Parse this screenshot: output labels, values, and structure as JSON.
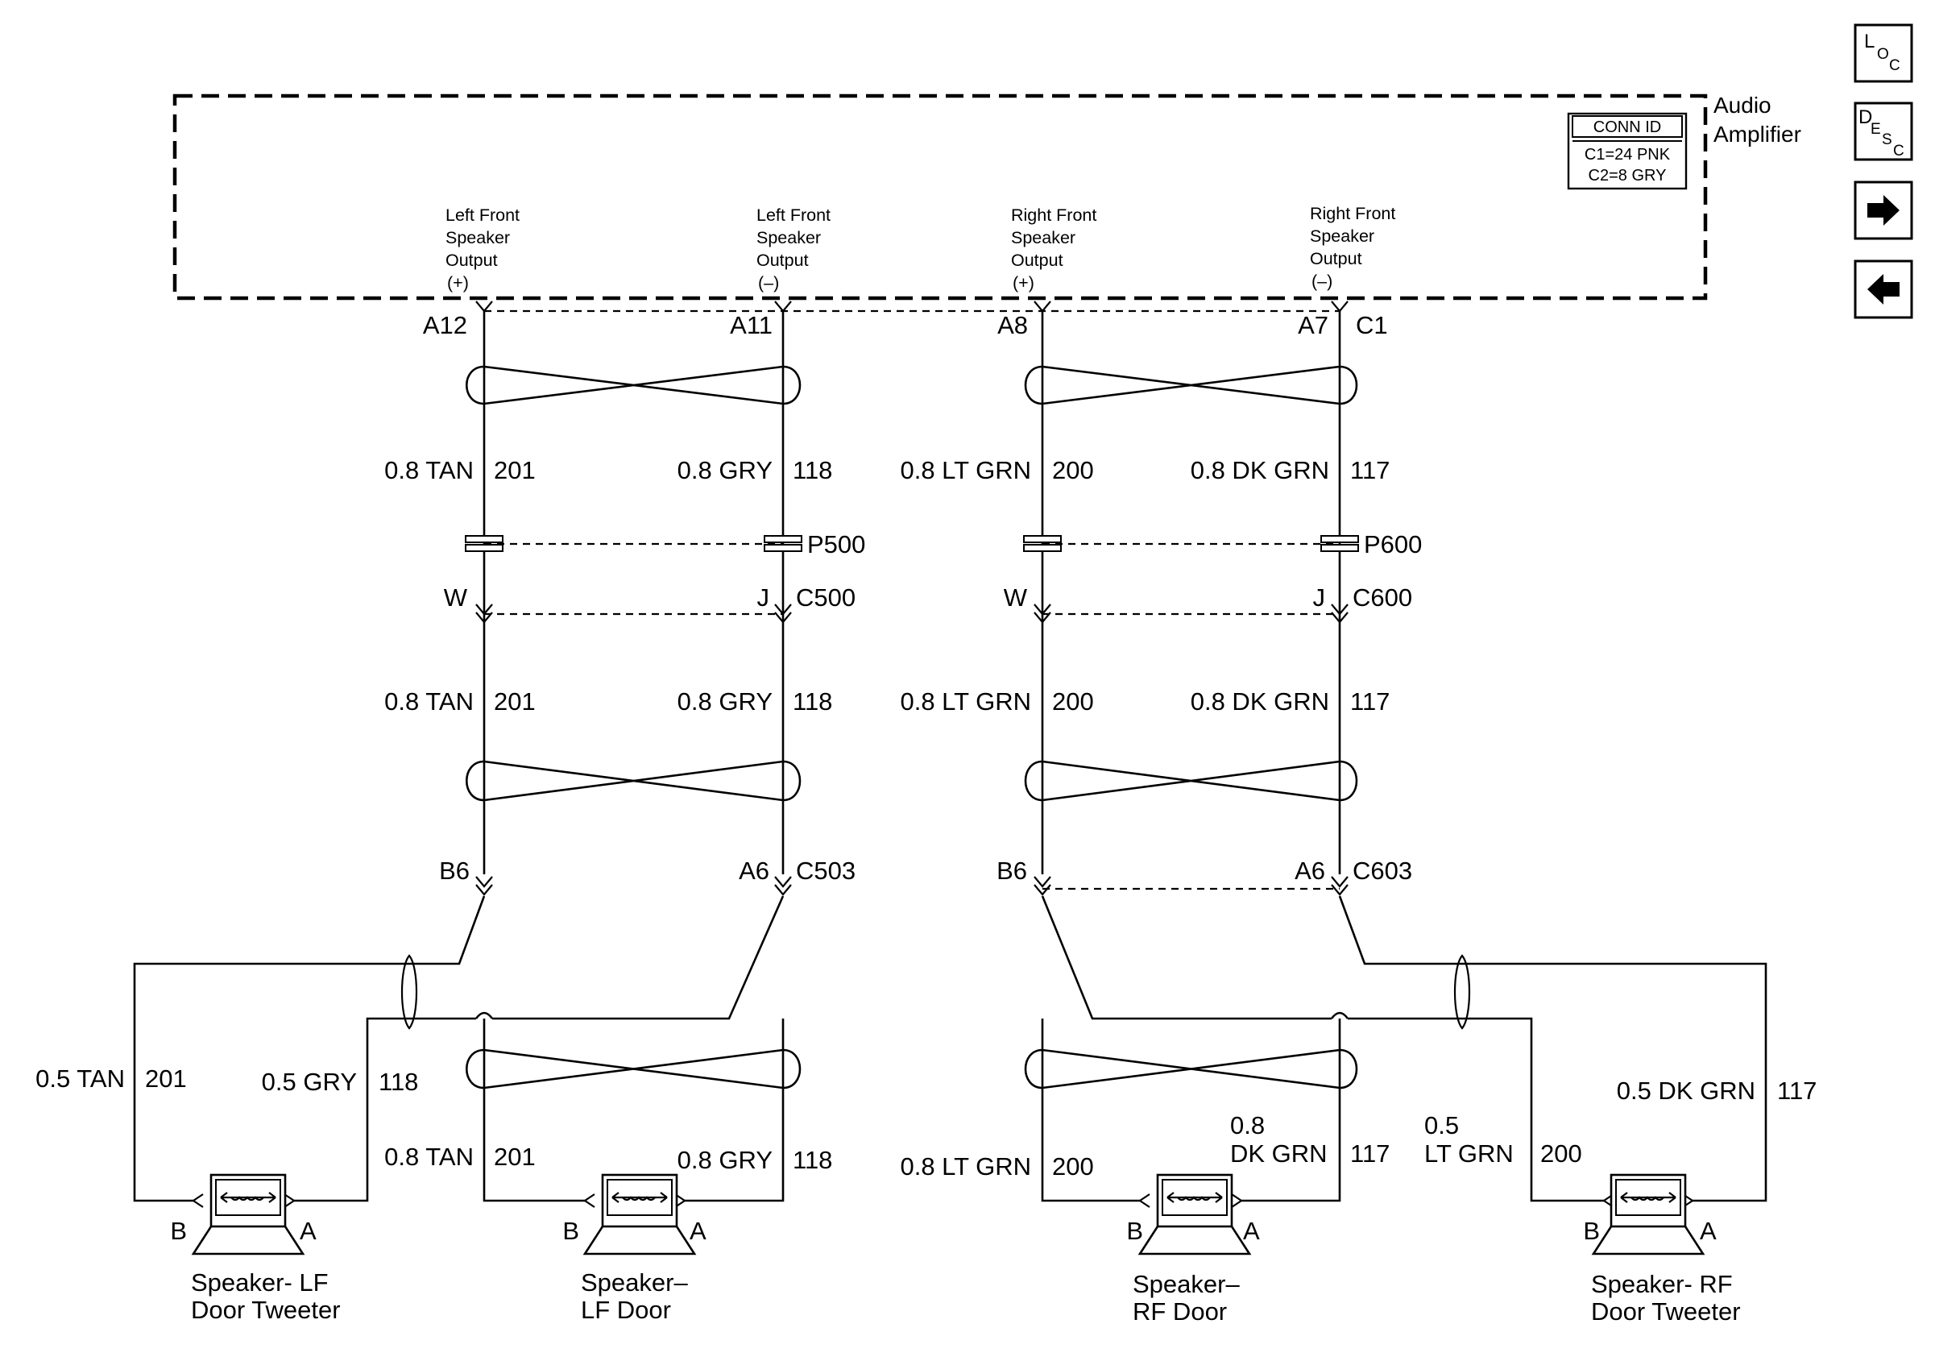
{
  "amplifier": {
    "name_line1": "Audio",
    "name_line2": "Amplifier",
    "conn_id": {
      "title": "CONN ID",
      "line1": "C1=24 PNK",
      "line2": "C2=8 GRY"
    },
    "outputs": [
      {
        "line1": "Left Front",
        "line2": "Speaker",
        "line3": "Output",
        "line4": "(+)"
      },
      {
        "line1": "Left Front",
        "line2": "Speaker",
        "line3": "Output",
        "line4": "(–)"
      },
      {
        "line1": "Right Front",
        "line2": "Speaker",
        "line3": "Output",
        "line4": "(+)"
      },
      {
        "line1": "Right Front",
        "line2": "Speaker",
        "line3": "Output",
        "line4": "(–)"
      }
    ],
    "pins": [
      "A12",
      "A11",
      "A8",
      "A7"
    ],
    "connector_tag": "C1"
  },
  "wires_top": [
    {
      "size_color": "0.8 TAN",
      "circuit": "201"
    },
    {
      "size_color": "0.8 GRY",
      "circuit": "118"
    },
    {
      "size_color": "0.8 LT GRN",
      "circuit": "200"
    },
    {
      "size_color": "0.8 DK GRN",
      "circuit": "117"
    }
  ],
  "wires_mid": [
    {
      "size_color": "0.8 TAN",
      "circuit": "201"
    },
    {
      "size_color": "0.8 GRY",
      "circuit": "118"
    },
    {
      "size_color": "0.8 LT GRN",
      "circuit": "200"
    },
    {
      "size_color": "0.8 DK GRN",
      "circuit": "117"
    }
  ],
  "splices": {
    "left": "P500",
    "right": "P600"
  },
  "inline_connectors": {
    "left": {
      "id": "C500",
      "pin_a": "W",
      "pin_b": "J"
    },
    "right": {
      "id": "C600",
      "pin_a": "W",
      "pin_b": "J"
    }
  },
  "door_connectors": {
    "left": {
      "id": "C503",
      "pin_a": "B6",
      "pin_b": "A6"
    },
    "right": {
      "id": "C603",
      "pin_a": "B6",
      "pin_b": "A6"
    }
  },
  "wires_bottom": {
    "lf_tweeter_b": {
      "size_color": "0.5 TAN",
      "circuit": "201"
    },
    "lf_tweeter_a": {
      "size_color": "0.5 GRY",
      "circuit": "118"
    },
    "lf_door_b": {
      "size_color": "0.8 TAN",
      "circuit": "201"
    },
    "lf_door_a": {
      "size_color": "0.8 GRY",
      "circuit": "118"
    },
    "rf_door_b": {
      "size_color": "0.8 LT GRN",
      "circuit": "200"
    },
    "rf_door_a": {
      "size_line1": "0.8",
      "size_line2": "DK GRN",
      "circuit": "117"
    },
    "rf_tweeter_b": {
      "size_line1": "0.5",
      "size_line2": "LT GRN",
      "circuit": "200"
    },
    "rf_tweeter_a": {
      "size_color": "0.5 DK GRN",
      "circuit": "117"
    }
  },
  "speakers": [
    {
      "line1": "Speaker- LF",
      "line2": "Door Tweeter",
      "pin_left": "B",
      "pin_right": "A"
    },
    {
      "line1": "Speaker–",
      "line2": "LF Door",
      "pin_left": "B",
      "pin_right": "A"
    },
    {
      "line1": "Speaker–",
      "line2": "RF Door",
      "pin_left": "B",
      "pin_right": "A"
    },
    {
      "line1": "Speaker- RF",
      "line2": "Door Tweeter",
      "pin_left": "B",
      "pin_right": "A"
    }
  ],
  "nav": {
    "loc": {
      "l": "L",
      "o": "O",
      "c": "C"
    },
    "desc": {
      "d": "D",
      "e": "E",
      "s": "S",
      "c": "C"
    },
    "next_icon": "arrow-right-icon",
    "prev_icon": "arrow-left-icon"
  }
}
